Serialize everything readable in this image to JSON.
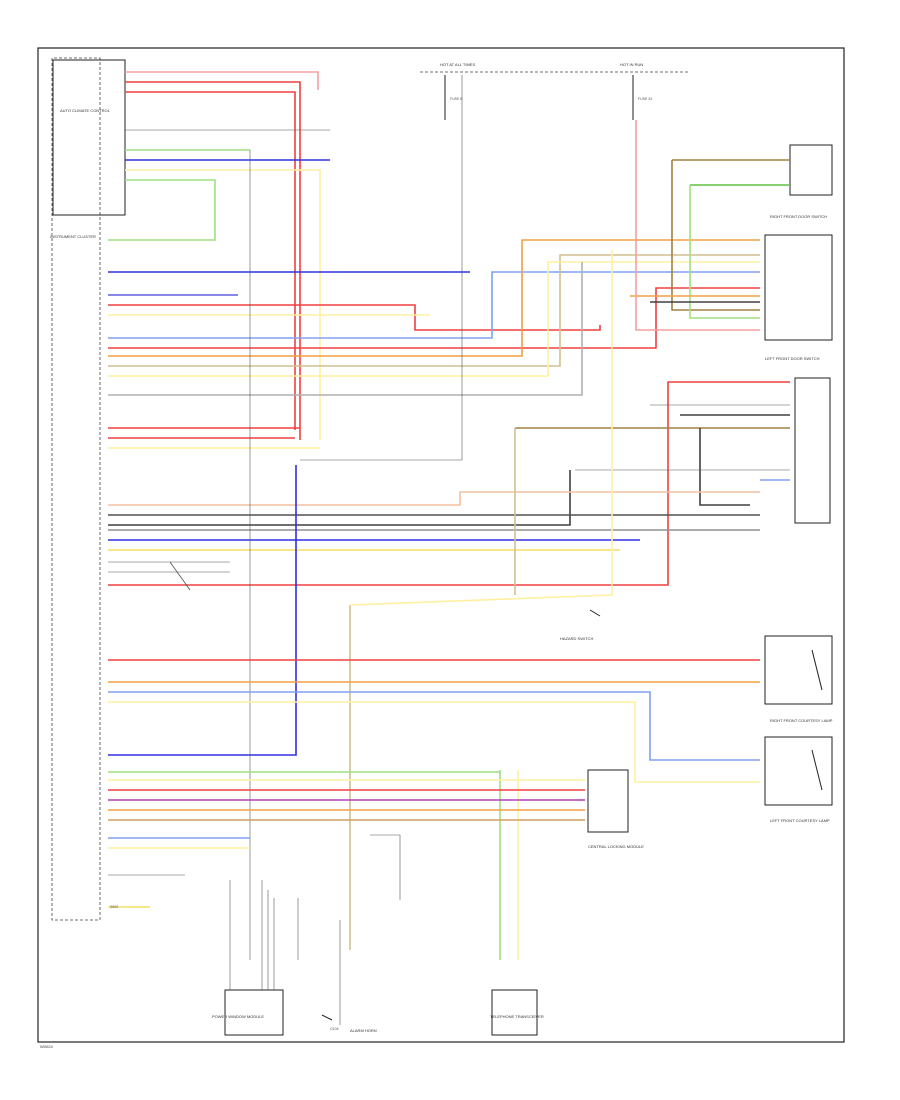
{
  "diagram": {
    "code": "W0024",
    "colors": {
      "red": "#f04040",
      "pink": "#f4a0a0",
      "orange": "#f0a040",
      "yellow": "#f4e060",
      "lt_yellow": "#fff0a0",
      "blue": "#3030e0",
      "lt_blue": "#80a0f0",
      "green": "#60c040",
      "lt_green": "#a0e080",
      "grey": "#808080",
      "dk_grey": "#404040",
      "brown": "#a08040",
      "purple": "#b040b0",
      "tan": "#d0c090",
      "black": "#222222"
    },
    "labels": {
      "instrument_cluster": "INSTRUMENT CLUSTER",
      "auto_climate_control": "AUTO CLIMATE CONTROL",
      "hot_at_all_times": "HOT AT ALL TIMES",
      "hot_in_run": "HOT IN RUN",
      "fuse_b": "FUSE B",
      "fuse_34": "FUSE 34",
      "right_front_door_switch": "RIGHT FRONT DOOR SWITCH",
      "left_front_door_switch": "LEFT FRONT DOOR SWITCH",
      "hazard_switch": "HAZARD SWITCH",
      "right_front_courtesy_lamp": "RIGHT FRONT COURTESY LAMP",
      "left_front_courtesy_lamp": "LEFT FRONT COURTESY LAMP",
      "central_locking_module": "CENTRAL LOCKING MODULE",
      "power_window_module": "POWER WINDOW MODULE",
      "telephone_transceiver": "TELEPHONE TRANSCEIVER",
      "alarm_horn": "ALARM HORN",
      "g104": "G104",
      "s500": "S500"
    }
  }
}
